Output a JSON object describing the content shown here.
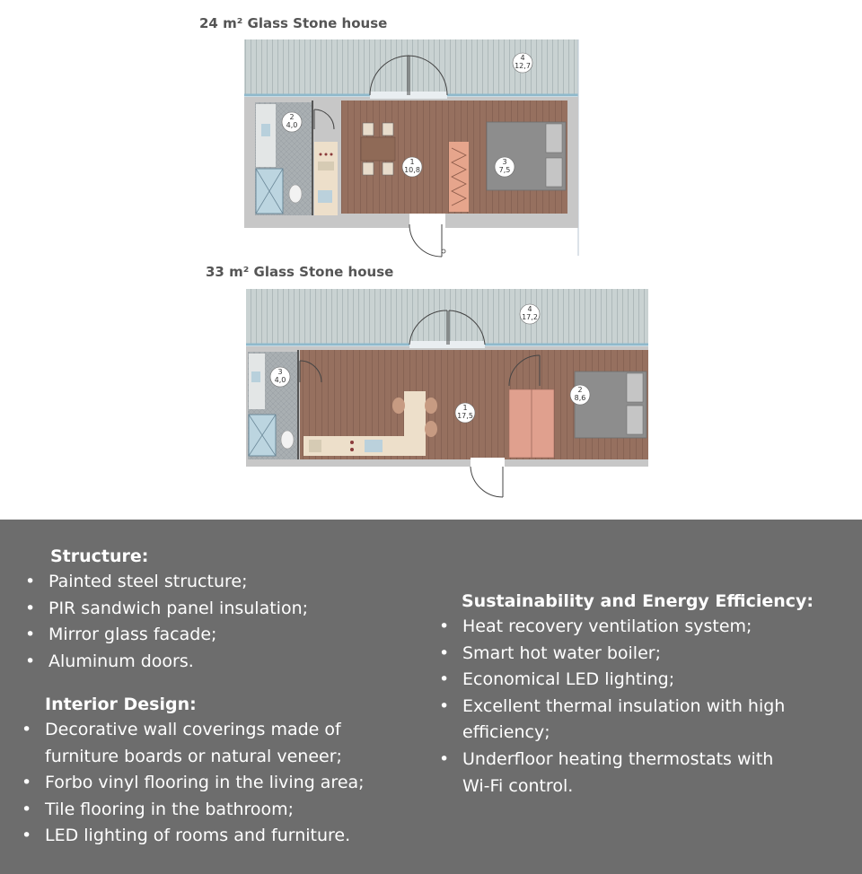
{
  "plans": [
    {
      "title": "24 m² Glass Stone house",
      "rooms": [
        {
          "num": "1",
          "area": "10,8"
        },
        {
          "num": "2",
          "area": "4,0"
        },
        {
          "num": "3",
          "area": "7,5"
        },
        {
          "num": "4",
          "area": "12,7"
        }
      ]
    },
    {
      "title": "33 m² Glass Stone house",
      "rooms": [
        {
          "num": "1",
          "area": "17,5"
        },
        {
          "num": "2",
          "area": "8,6"
        },
        {
          "num": "3",
          "area": "4,0"
        },
        {
          "num": "4",
          "area": "17,2"
        }
      ]
    }
  ],
  "colors": {
    "floor_wood": "#96705f",
    "terrace": "#c9d2d2",
    "bathroom_tile": "#a9afb2",
    "panel_bg": "#6d6d6d",
    "wardrobe": "#e0a08e"
  },
  "features": {
    "structure": {
      "heading": "Structure:",
      "items": [
        "Painted steel structure;",
        "PIR sandwich panel insulation;",
        "Mirror glass facade;",
        "Aluminum doors."
      ]
    },
    "interior": {
      "heading": "Interior Design:",
      "items": [
        "Decorative wall coverings made of",
        "furniture boards or natural veneer;",
        "Forbo vinyl flooring in the living area;",
        "Tile flooring in the bathroom;",
        "LED lighting of rooms and furniture."
      ]
    },
    "sustainability": {
      "heading": "Sustainability and Energy Efficiency:",
      "items": [
        "Heat recovery ventilation system;",
        "Smart hot water boiler;",
        "Economical LED lighting;",
        "Excellent thermal insulation with high",
        "efficiency;",
        "Underfloor heating thermostats with",
        "Wi-Fi control."
      ]
    }
  }
}
